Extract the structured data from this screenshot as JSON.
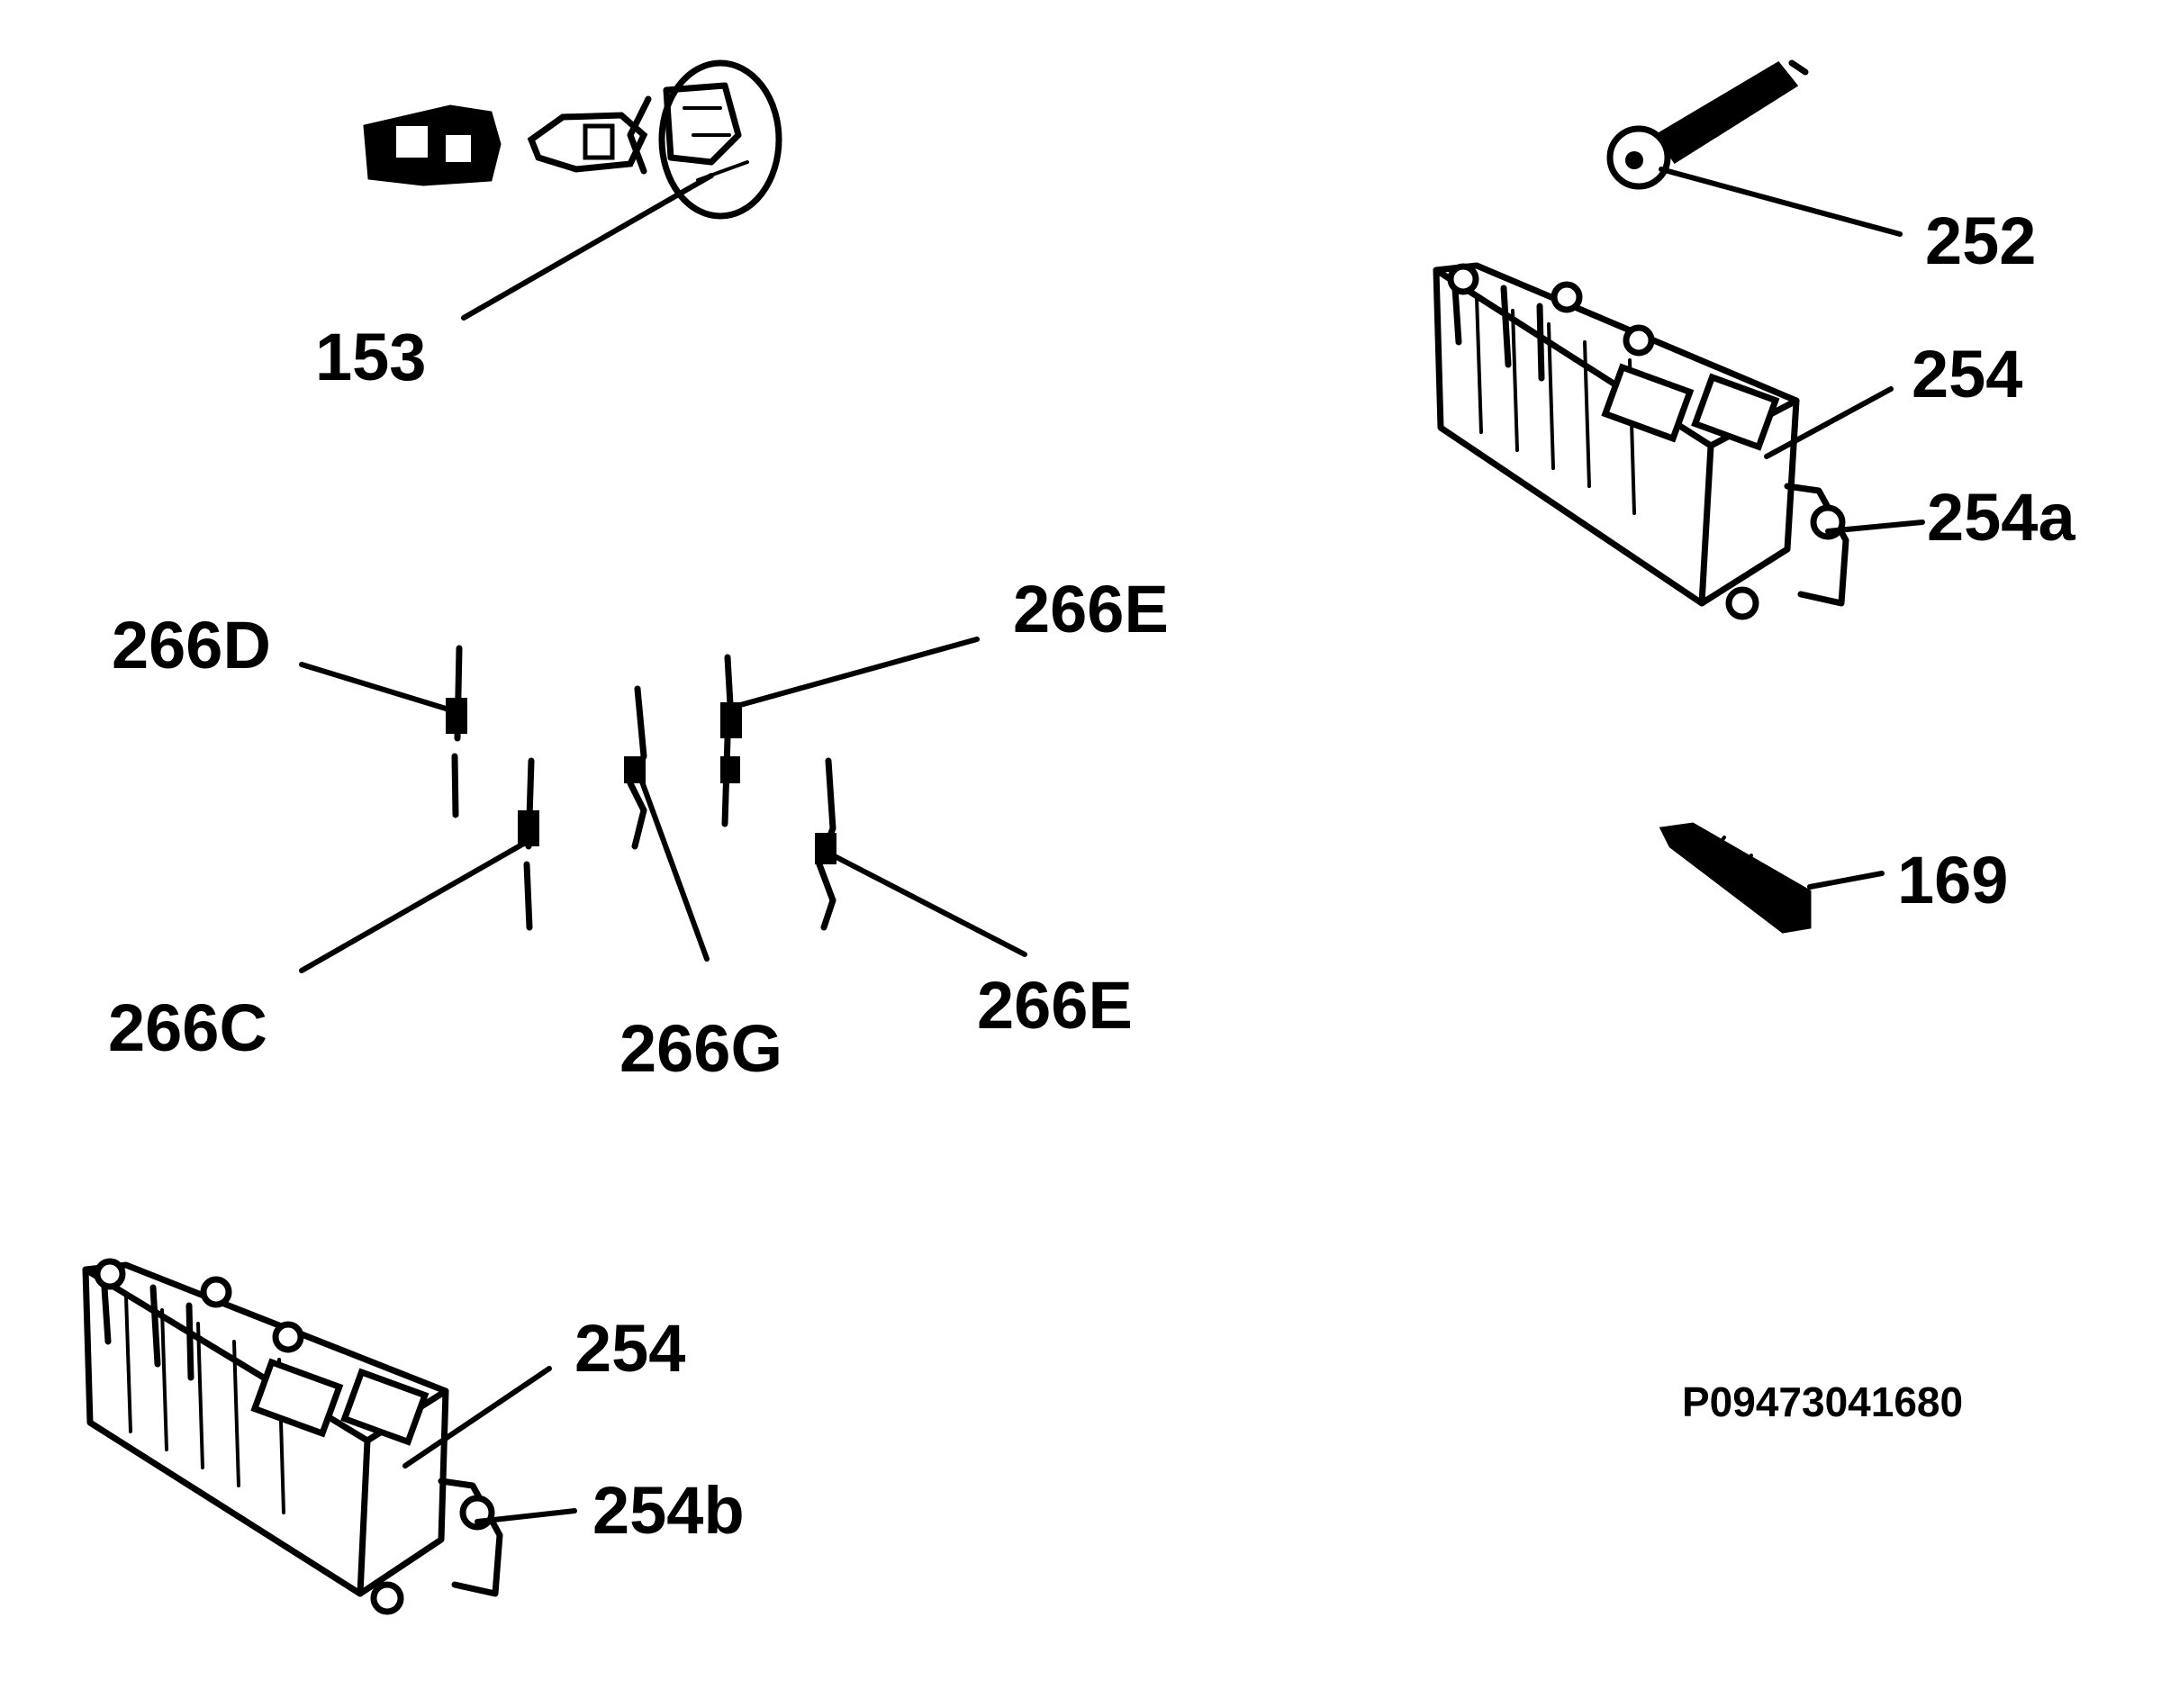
{
  "parts": {
    "p153": "153",
    "p252": "252",
    "p254_top": "254",
    "p254a": "254a",
    "p266D": "266D",
    "p266E_top": "266E",
    "p169": "169",
    "p266C": "266C",
    "p266G": "266G",
    "p266E_bottom": "266E",
    "p254_bottom": "254",
    "p254b": "254b"
  },
  "document_id": "P09473041680",
  "icons": [
    "knob-assembly-icon",
    "spark-electrode-icon",
    "ignition-module-icon",
    "ignition-wire-icon",
    "screw-icon"
  ]
}
